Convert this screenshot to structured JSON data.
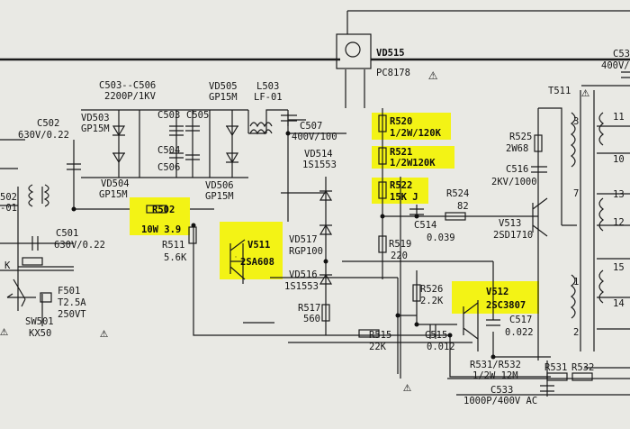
{
  "components": {
    "vd515": {
      "ref": "VD515",
      "part": "PC8178"
    },
    "c503_506": {
      "ref": "C503--C506",
      "value": "2200P/1KV"
    },
    "vd505": {
      "ref": "VD505",
      "part": "GP15M"
    },
    "l503": {
      "ref": "L503",
      "part": "LF-01"
    },
    "c502": {
      "ref": "C502",
      "value": "630V/0.22"
    },
    "vd503": {
      "ref": "VD503",
      "part": "GP15M"
    },
    "c503": {
      "ref": "C503"
    },
    "c505": {
      "ref": "C505"
    },
    "c504": {
      "ref": "C504"
    },
    "c506": {
      "ref": "C506"
    },
    "vd504": {
      "ref": "VD504",
      "part": "GP15M"
    },
    "vd506": {
      "ref": "VD506",
      "part": "GP15M"
    },
    "c507": {
      "ref": "C507",
      "value": "400V/100"
    },
    "r520": {
      "ref": "R520",
      "value": "1/2W/120K"
    },
    "r521": {
      "ref": "R521",
      "value": "1/2W120K"
    },
    "r522": {
      "ref": "R522",
      "value": "15K J"
    },
    "vd514": {
      "ref": "VD514",
      "part": "1S1553"
    },
    "r525": {
      "ref": "R525",
      "value": "2W68"
    },
    "c516": {
      "ref": "C516",
      "value": "2KV/1000"
    },
    "t511": {
      "ref": "T511"
    },
    "c53x": {
      "ref": "C53",
      "value": "400V/"
    },
    "r502": {
      "ref": "R502",
      "value": "10W 3.9"
    },
    "r511": {
      "ref": "R511",
      "value": "5.6K"
    },
    "v511": {
      "ref": "V511",
      "part": "2SA608"
    },
    "vd517": {
      "ref": "VD517",
      "part": "RGP100"
    },
    "r524": {
      "ref": "R524",
      "value": "82"
    },
    "c514": {
      "ref": "C514",
      "value": "0.039"
    },
    "v513": {
      "ref": "V513",
      "part": "2SD1710"
    },
    "r519": {
      "ref": "R519",
      "value": "220"
    },
    "c501": {
      "ref": "C501",
      "value": "630V/0.22"
    },
    "l502_cut": {
      "ref": "502",
      "part": "-01"
    },
    "k_cut": {
      "text": "K"
    },
    "f501": {
      "ref": "F501",
      "value": "T2.5A",
      "rating": "250VT"
    },
    "sw501": {
      "ref": "SW501",
      "part": "KX50"
    },
    "vd516": {
      "ref": "VD516",
      "part": "1S1553"
    },
    "r517": {
      "ref": "R517",
      "value": "560"
    },
    "r526": {
      "ref": "R526",
      "value": "2.2K"
    },
    "v512": {
      "ref": "V512",
      "part": "2SC3807"
    },
    "c517": {
      "ref": "C517",
      "value": "0.022"
    },
    "r515": {
      "ref": "R515",
      "value": "22K"
    },
    "c515": {
      "ref": "C515",
      "value": "0.012"
    },
    "r531_532": {
      "ref": "R531/R532",
      "value": "1/2W 12M"
    },
    "r531": {
      "ref": "R531"
    },
    "r532": {
      "ref": "R532"
    },
    "c533": {
      "ref": "C533",
      "value": "1000P/400V AC"
    }
  },
  "pins": [
    "3",
    "7",
    "1",
    "2",
    "11",
    "10",
    "13",
    "12",
    "15",
    "14"
  ],
  "warning_symbol": "⚠"
}
